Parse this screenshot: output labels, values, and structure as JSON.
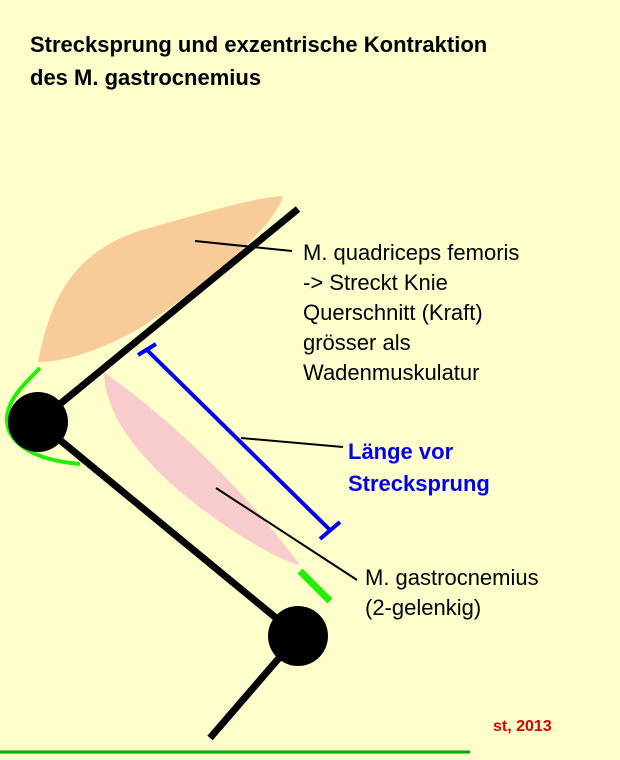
{
  "title": {
    "line1": "Strecksprung und exzentrische Kontraktion",
    "line2": "des M. gastrocnemius"
  },
  "quadriceps": {
    "line1": "M. quadriceps femoris",
    "line2": "-> Streckt Knie",
    "line3": "Querschnitt (Kraft)",
    "line4": "grösser als",
    "line5": "Wadenmuskulatur"
  },
  "length_label": {
    "line1": "Länge vor",
    "line2": "Strecksprung"
  },
  "gastrocnemius": {
    "line1": "M. gastrocnemius",
    "line2": "(2-gelenkig)"
  },
  "credit": "st, 2013",
  "colors": {
    "background": "#ffffcc",
    "quadriceps_muscle": "#f8cc99",
    "gastrocnemius_muscle": "#f8cccc",
    "tendon": "#22ee00",
    "length_marker": "#0000ee",
    "ground": "#00aa00",
    "credit": "#dd0000"
  }
}
